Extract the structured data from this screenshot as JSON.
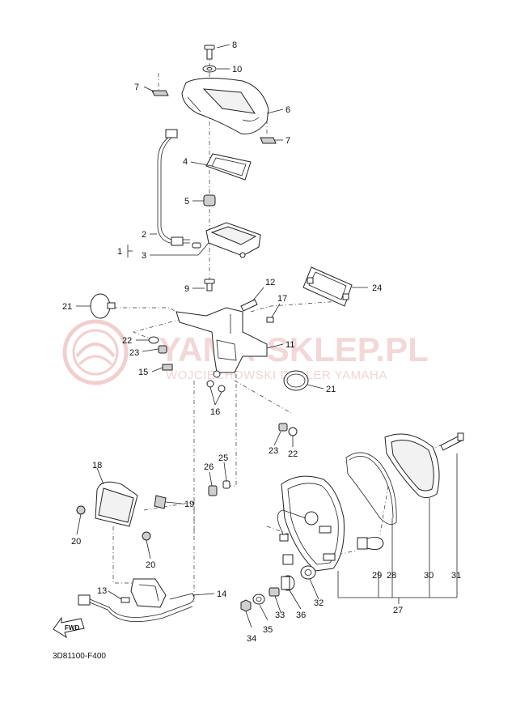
{
  "diagram": {
    "code": "3D81100-F400",
    "fwd_label": "FWD",
    "watermark": {
      "brand": "YAMA-SKLEP.PL",
      "subtitle": "WOJCIECHOWSKI DEALER YAMAHA"
    },
    "part_labels": {
      "p1": "1",
      "p2": "2",
      "p3": "3",
      "p4": "4",
      "p5": "5",
      "p6": "6",
      "p7a": "7",
      "p7b": "7",
      "p8": "8",
      "p9": "9",
      "p10": "10",
      "p11": "11",
      "p12": "12",
      "p13": "13",
      "p14": "14",
      "p15": "15",
      "p16": "16",
      "p17": "17",
      "p18": "18",
      "p19": "19",
      "p20a": "20",
      "p20b": "20",
      "p21a": "21",
      "p21b": "21",
      "p22a": "22",
      "p22b": "22",
      "p23a": "23",
      "p23b": "23",
      "p24": "24",
      "p25": "25",
      "p26": "26",
      "p27": "27",
      "p28": "28",
      "p29": "29",
      "p30": "30",
      "p31": "31",
      "p32": "32",
      "p33": "33",
      "p34": "34",
      "p35": "35",
      "p36": "36"
    }
  }
}
